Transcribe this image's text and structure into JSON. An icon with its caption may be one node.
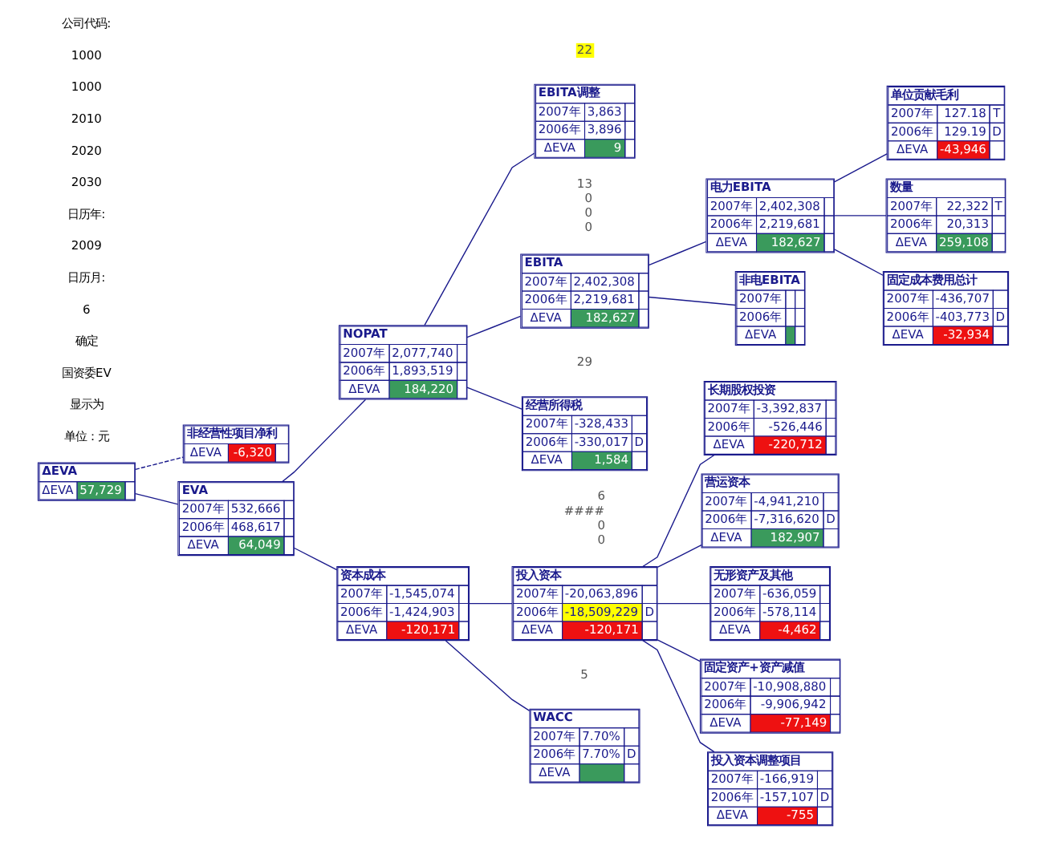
{
  "diagram": {
    "nodes": [
      {
        "text": [
          "ΔEVA",
          "ΔEVA",
          "57,729"
        ]
      },
      {
        "text": [
          "非经营性项目净利",
          "ΔEVA",
          "-6,320"
        ]
      },
      {
        "text": [
          "EVA",
          "2007年",
          "532,666",
          "2006年",
          "468,617",
          "ΔEVA",
          "64,049"
        ]
      },
      {
        "text": [
          "NOPAT",
          "2007年",
          "2,077,740",
          "2006年",
          "1,893,519",
          "ΔEVA",
          "184,220"
        ]
      },
      {
        "text": [
          "资本成本",
          "2007年",
          "-1,545,074",
          "2006年",
          "-1,424,903",
          "ΔEVA",
          "-120,171"
        ]
      },
      {
        "text": [
          "EBITA调整",
          "2007年",
          "3,863",
          "2006年",
          "3,896",
          "ΔEVA",
          "9"
        ],
        "beside": [
          "22"
        ]
      },
      {
        "text": [
          "EBITA",
          "2007年",
          "2,402,308",
          "2006年",
          "2,219,681",
          "ΔEVA",
          "182,627"
        ],
        "beside": [
          "13",
          "0",
          "0",
          "0"
        ]
      },
      {
        "text": [
          "经营所得税",
          "2007年",
          "-328,433",
          "2006年",
          "-330,017",
          "D",
          "ΔEVA",
          "1,584"
        ],
        "beside": [
          "29"
        ]
      },
      {
        "text": [
          "电力EBITA",
          "2007年",
          "2,402,308",
          "2006年",
          "2,219,681",
          "ΔEVA",
          "182,627"
        ]
      },
      {
        "text": [
          "非电EBITA",
          "2007年",
          "2006年",
          "ΔEVA"
        ]
      },
      {
        "text": [
          "单位贡献毛利",
          "2007年",
          "127.18",
          "T",
          "2006年",
          "129.19",
          "D",
          "ΔEVA",
          "-43,946"
        ]
      },
      {
        "text": [
          "数量",
          "2007年",
          "22,322",
          "T",
          "2006年",
          "20,313",
          "ΔEVA",
          "259,108"
        ]
      },
      {
        "text": [
          "固定成本费用总计",
          "2007年",
          "-436,707",
          "2006年",
          "-403,773",
          "D",
          "ΔEVA",
          "-32,934"
        ]
      },
      {
        "text": [
          "投入资本",
          "2007年",
          "-20,063,896",
          "2006年",
          "-18,509,229",
          "D",
          "ΔEVA",
          "-120,171"
        ],
        "beside": [
          "6",
          "####",
          "0",
          "0"
        ]
      },
      {
        "text": [
          "WACC",
          "2007年",
          "7.70%",
          "2006年",
          "7.70%",
          "D",
          "ΔEVA"
        ],
        "beside": [
          "5"
        ]
      },
      {
        "text": [
          "长期股权投资",
          "2007年",
          "-3,392,837",
          "2006年",
          "-526,446",
          "ΔEVA",
          "-220,712"
        ]
      },
      {
        "text": [
          "营运资本",
          "2007年",
          "-4,941,210",
          "2006年",
          "-7,316,620",
          "D",
          "ΔEVA",
          "182,907"
        ]
      },
      {
        "text": [
          "无形资产及其他",
          "2007年",
          "-636,059",
          "2006年",
          "-578,114",
          "ΔEVA",
          "-4,462"
        ]
      },
      {
        "text": [
          "固定资产+资产减值",
          "2007年",
          "-10,908,880",
          "2006年",
          "-9,906,942",
          "ΔEVA",
          "-77,149"
        ]
      },
      {
        "text": [
          "投入资本调整项目",
          "2007年",
          "-166,919",
          "2006年",
          "-157,107",
          "D",
          "ΔEVA",
          "-755"
        ]
      }
    ],
    "edges": [
      {
        "from": 0,
        "to": 1,
        "arrow": "none",
        "style": "dashed"
      },
      {
        "from": 0,
        "to": 2,
        "arrow": "none"
      },
      {
        "from": 2,
        "to": 3,
        "arrow": "none"
      },
      {
        "from": 2,
        "to": 4,
        "arrow": "none"
      },
      {
        "from": 3,
        "to": 5,
        "arrow": "none"
      },
      {
        "from": 3,
        "to": 6,
        "arrow": "none"
      },
      {
        "from": 3,
        "to": 7,
        "arrow": "none"
      },
      {
        "from": 6,
        "to": 8,
        "arrow": "none"
      },
      {
        "from": 6,
        "to": 9,
        "arrow": "none"
      },
      {
        "from": 8,
        "to": 10,
        "arrow": "none"
      },
      {
        "from": 8,
        "to": 11,
        "arrow": "none"
      },
      {
        "from": 8,
        "to": 12,
        "arrow": "none"
      },
      {
        "from": 4,
        "to": 13,
        "arrow": "none"
      },
      {
        "from": 4,
        "to": 14,
        "arrow": "none"
      },
      {
        "from": 13,
        "to": 15,
        "arrow": "none"
      },
      {
        "from": 13,
        "to": 16,
        "arrow": "none"
      },
      {
        "from": 13,
        "to": 17,
        "arrow": "none"
      },
      {
        "from": 13,
        "to": 18,
        "arrow": "none"
      },
      {
        "from": 13,
        "to": 19,
        "arrow": "none"
      }
    ],
    "labels": [
      "公司代码:",
      "1000",
      "1000",
      "2010",
      "2020",
      "2030",
      "日历年:",
      "2009",
      "日历月:",
      "6",
      "确定",
      "国资委EV",
      "显示为",
      "单位：元"
    ]
  }
}
